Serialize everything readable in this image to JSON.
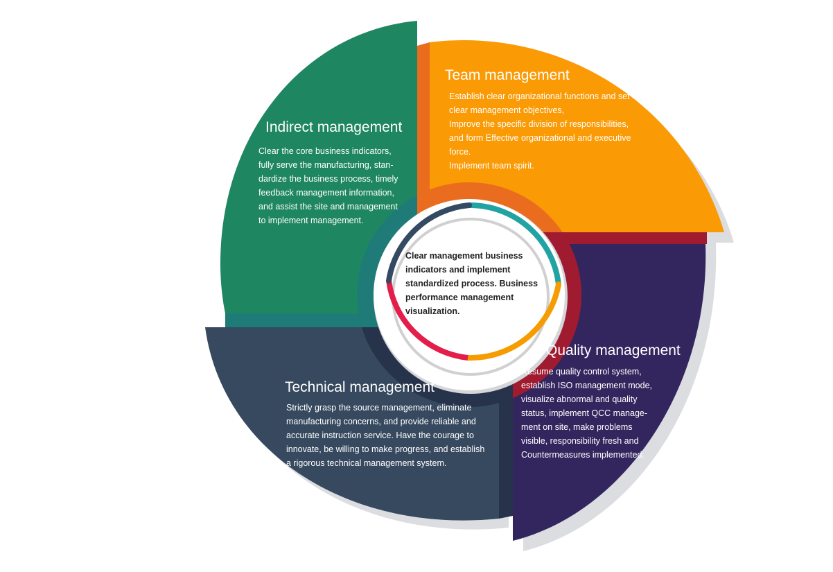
{
  "colors": {
    "indirect": "#1f8662",
    "indirect_stripe": "#1f7b77",
    "team": "#fa9a05",
    "team_stripe": "#e96c1f",
    "quality": "#33265f",
    "quality_stripe": "#a01b30",
    "technical": "#36495f",
    "technical_stripe": "#26334a",
    "shadow": "#dcdde0",
    "ring_teal": "#22a3a3",
    "ring_orange": "#f59c00",
    "ring_red": "#e31e4b",
    "ring_slate": "#344a62"
  },
  "center": {
    "lines": [
      "Clear management business",
      "indicators and implement",
      "standardized process. Business",
      "performance management",
      "visualization."
    ]
  },
  "sections": {
    "indirect": {
      "title": "Indirect management",
      "lines": [
        "Clear the core business indicators,",
        "fully serve the manufacturing, stan-",
        "dardize the business process, timely",
        "feedback management information,",
        "and assist the site and management",
        "to implement management."
      ]
    },
    "team": {
      "title": "Team management",
      "lines": [
        "Establish clear organizational functions and set",
        "clear management objectives,",
        "Improve the specific division of responsibilities,",
        "and form Effective organizational and executive",
        "force.",
        "Implement team spirit."
      ]
    },
    "quality": {
      "title": "Quality management",
      "lines": [
        "Resume quality control system,",
        "establish ISO management mode,",
        "visualize abnormal and quality",
        "status, implement QCC manage-",
        "ment on site, make problems",
        "visible, responsibility fresh and",
        "Countermeasures implemented."
      ]
    },
    "technical": {
      "title": "Technical management",
      "lines": [
        "Strictly grasp the source management, eliminate",
        "manufacturing concerns, and provide reliable and",
        "accurate instruction service. Have the courage to",
        "innovate, be willing to make progress, and establish",
        "a rigorous technical management system."
      ]
    }
  }
}
